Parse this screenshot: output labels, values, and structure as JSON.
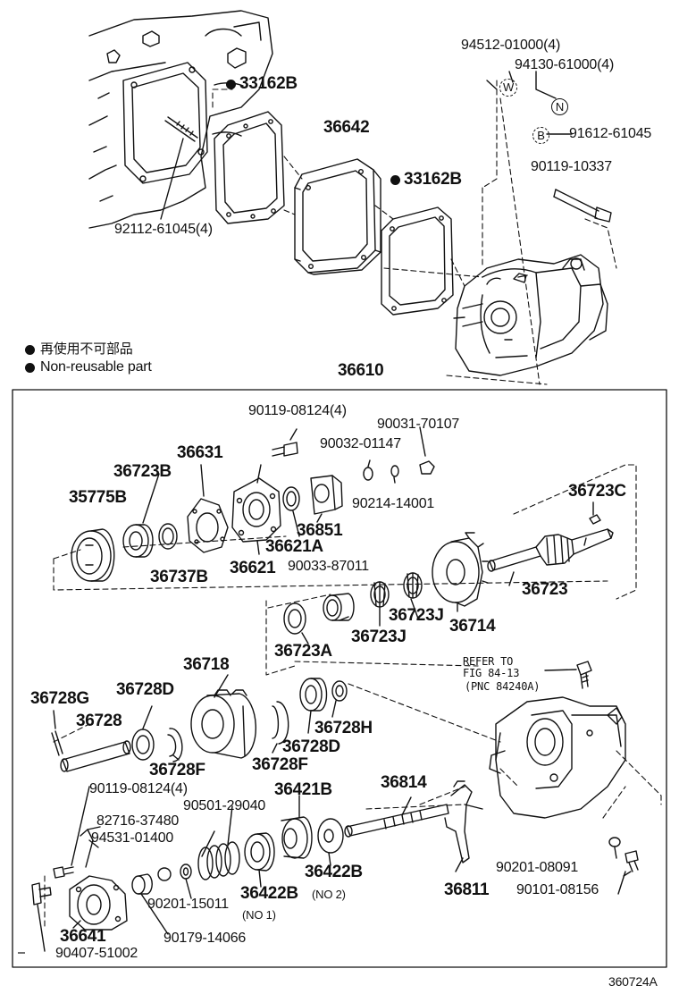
{
  "legend": {
    "jp": "再使用不可部品",
    "en": "Non-reusable part"
  },
  "assembly_label": "36610",
  "refer": {
    "line1": "REFER TO",
    "line2": "FIG 84-13",
    "line3": "(PNC 84240A)"
  },
  "figure_id": "360724A",
  "washer_symbols": {
    "w": "W",
    "n": "N",
    "b": "B"
  },
  "upper_parts": [
    {
      "key": "p94512",
      "text": "94512-01000(4)"
    },
    {
      "key": "p94130",
      "text": "94130-61000(4)"
    },
    {
      "key": "p33162b_a",
      "text": "33162B"
    },
    {
      "key": "p91612",
      "text": "91612-61045"
    },
    {
      "key": "p36642",
      "text": "36642"
    },
    {
      "key": "p90119_10337",
      "text": "90119-10337"
    },
    {
      "key": "p33162b_b",
      "text": "33162B"
    },
    {
      "key": "p92112",
      "text": "92112-61045(4)"
    }
  ],
  "lower_parts": {
    "p90119_08124_top": "90119-08124(4)",
    "p90031": "90031-70107",
    "p90032": "90032-01147",
    "p36631": "36631",
    "p36723b": "36723B",
    "p90214": "90214-14001",
    "p35775b": "35775B",
    "p36851": "36851",
    "p36723c": "36723C",
    "p36621a": "36621A",
    "p90033": "90033-87011",
    "p36737b": "36737B",
    "p36621": "36621",
    "p36723": "36723",
    "p36723j_a": "36723J",
    "p36714": "36714",
    "p36723j_b": "36723J",
    "p36723a": "36723A",
    "p36718": "36718",
    "p36728g": "36728G",
    "p36728d_a": "36728D",
    "p36728": "36728",
    "p36728h": "36728H",
    "p36728d_b": "36728D",
    "p36728f_a": "36728F",
    "p36728f_b": "36728F",
    "p90119_08124_bot": "90119-08124(4)",
    "p36421b": "36421B",
    "p36814": "36814",
    "p90501": "90501-29040",
    "p82716": "82716-37480",
    "p94531": "94531-01400",
    "p36422b_a": "36422B",
    "p36422b_b": "36422B",
    "no2": "(NO 2)",
    "no1": "(NO 1)",
    "p90201_15011": "90201-15011",
    "p90201_08091": "90201-08091",
    "p36811": "36811",
    "p90101": "90101-08156",
    "p36641": "36641",
    "p90179": "90179-14066",
    "p90407": "90407-51002"
  }
}
